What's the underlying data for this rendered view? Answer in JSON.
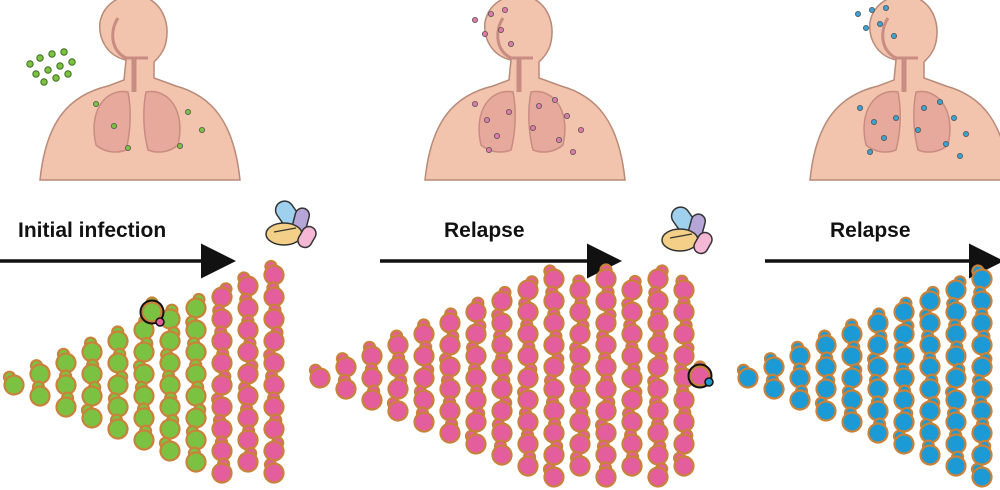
{
  "stages": [
    {
      "label": "Initial infection"
    },
    {
      "label": "Relapse"
    },
    {
      "label": "Relapse"
    }
  ],
  "colors": {
    "green_cell": "#7cc242",
    "pink_cell": "#e45d9c",
    "blue_cell": "#1b9ad6",
    "cell_outline": "#c9823a",
    "body_fill": "#f2c4ad",
    "body_outline": "#b98a78",
    "arrow": "#111111"
  },
  "icons": [
    "human-torso-icon",
    "pill-capsule-icon",
    "budding-yeast-cell-icon",
    "arrow-right-icon"
  ]
}
